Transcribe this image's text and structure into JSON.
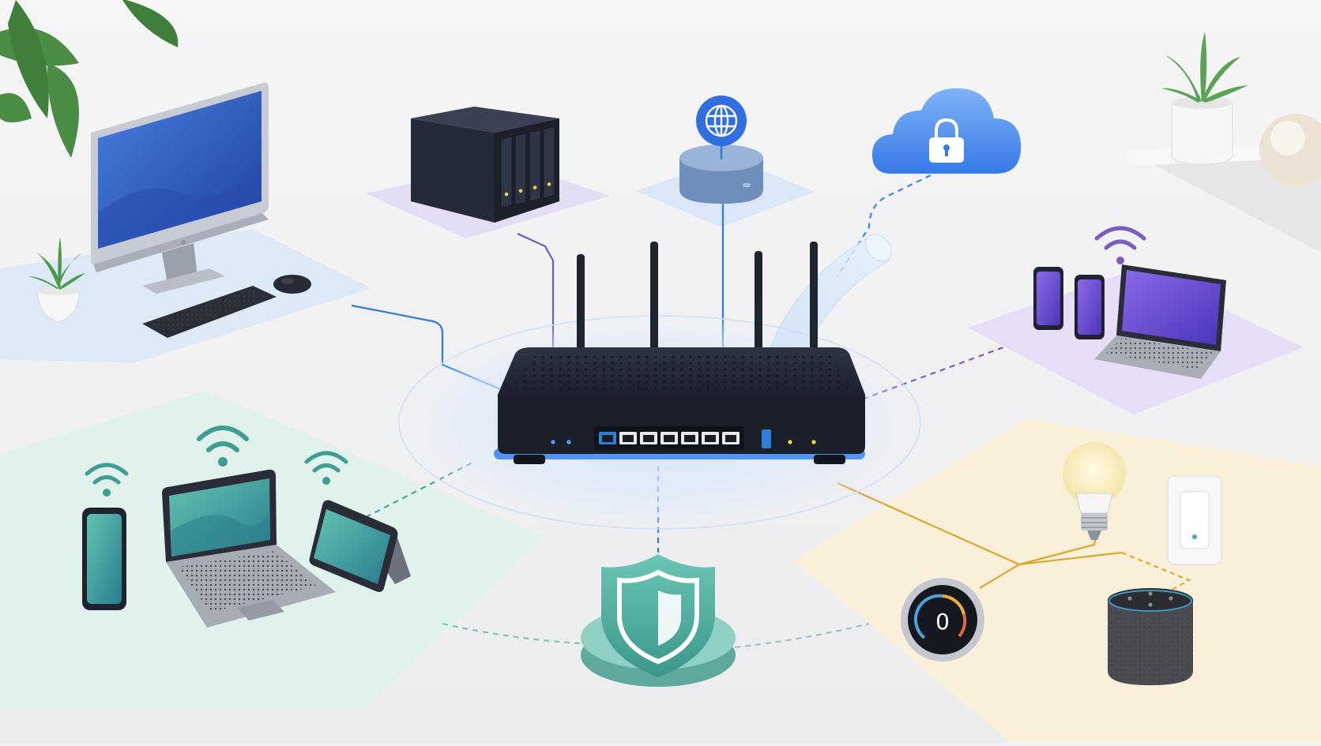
{
  "diagram": {
    "type": "home-network-topology",
    "hub": {
      "name": "router",
      "antenna_count": 4,
      "ethernet_port_count": 7,
      "led_count": 4,
      "status_light_color": "#3b82f6"
    },
    "nodes": [
      {
        "id": "desktop-workstation",
        "zone": "top-left",
        "devices": [
          "monitor-icon",
          "keyboard-icon",
          "mouse-icon",
          "plant-icon"
        ],
        "link": "wired",
        "color": "#2f7fd8",
        "zone_color": "#dce8f7"
      },
      {
        "id": "nas-storage",
        "zone": "top-center-left",
        "devices": [
          "nas-drive-icon"
        ],
        "drive_bays": 4,
        "link": "wired",
        "color": "#6d5fb8",
        "zone_color": "#e4def5"
      },
      {
        "id": "internet-gateway",
        "zone": "top-center",
        "devices": [
          "globe-icon"
        ],
        "link": "wired",
        "color": "#2f7fd8",
        "zone_color": "#dbe7f7"
      },
      {
        "id": "secure-cloud",
        "zone": "top-right",
        "devices": [
          "cloud-lock-icon"
        ],
        "link": "encrypted-tunnel",
        "color": "#3b82f6"
      },
      {
        "id": "wireless-mobile-group",
        "zone": "right",
        "devices": [
          "phone-icon",
          "phone-icon",
          "laptop-icon",
          "wifi-icon"
        ],
        "link": "wireless",
        "color": "#7b5cc0",
        "zone_color": "#e6def6"
      },
      {
        "id": "wireless-personal-devices",
        "zone": "bottom-left",
        "devices": [
          "phone-icon",
          "laptop-icon",
          "tablet-icon",
          "wifi-icon"
        ],
        "link": "wireless",
        "color": "#4aa598",
        "zone_color": "#dff1ec"
      },
      {
        "id": "security-firewall",
        "zone": "bottom-center",
        "devices": [
          "shield-icon"
        ],
        "link": "dashed",
        "color": "#4aa598"
      },
      {
        "id": "smart-home",
        "zone": "bottom-right",
        "devices": [
          "light-bulb-icon",
          "wall-switch-icon",
          "thermostat-icon",
          "smart-speaker-icon"
        ],
        "link": "wired",
        "color": "#d8a92f",
        "zone_color": "#faf0d9"
      }
    ],
    "thermostat_display": "0"
  }
}
